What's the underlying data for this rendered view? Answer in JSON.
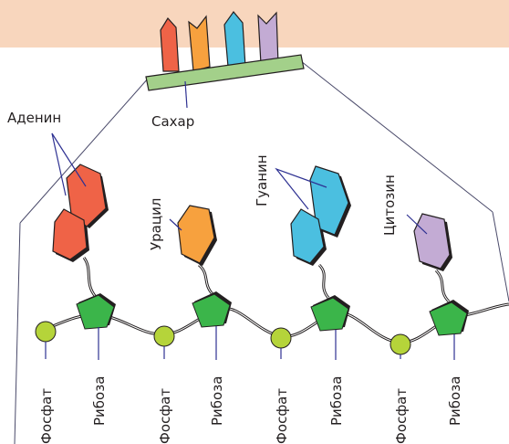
{
  "labels": {
    "sugar": "Сахар",
    "adenine": "Аденин",
    "uracil": "Урацил",
    "guanine": "Гуанин",
    "cytosine": "Цитозин",
    "phosphate": "Фосфат",
    "ribose": "Рибоза"
  },
  "colors": {
    "header_band": "#f8d6bd",
    "adenine": "#ef6347",
    "uracil": "#f7a13e",
    "guanine": "#4bbfe0",
    "cytosine": "#c3abd4",
    "ribose": "#3bb54a",
    "phosphate": "#b5d43a",
    "sugar_bar": "#a3d08a"
  }
}
